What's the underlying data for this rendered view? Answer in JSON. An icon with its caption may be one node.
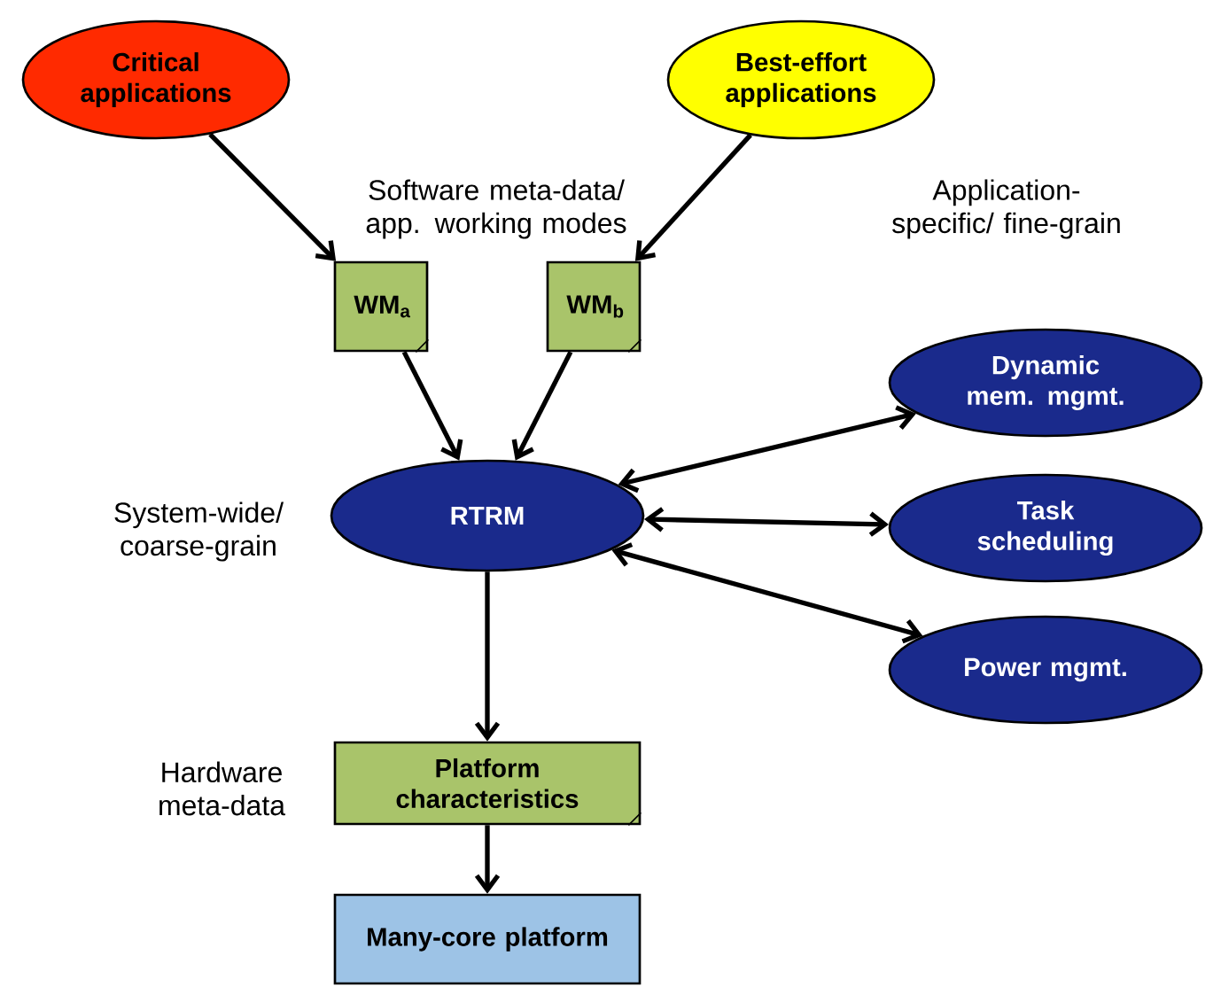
{
  "diagram": {
    "nodes": [
      {
        "text": [
          "Critical applications"
        ]
      },
      {
        "text": [
          "Best-effort applications"
        ]
      },
      {
        "text": [
          "WM$_{a}$"
        ]
      },
      {
        "text": [
          "WM$_{b}$"
        ]
      },
      {
        "text": [
          "RTRM"
        ]
      },
      {
        "text": [
          "Dynamic mem. mgmt."
        ]
      },
      {
        "text": [
          "Task scheduling"
        ]
      },
      {
        "text": [
          "Power mgmt."
        ]
      },
      {
        "text": [
          "Platform characteristics"
        ]
      },
      {
        "text": [
          "Many-core platform"
        ]
      }
    ],
    "edges": [
      {
        "from": 0,
        "to": 2,
        "arrow": "to"
      },
      {
        "from": 1,
        "to": 3,
        "arrow": "to"
      },
      {
        "from": 2,
        "to": 4,
        "arrow": "to"
      },
      {
        "from": 3,
        "to": 4,
        "arrow": "to"
      },
      {
        "from": 4,
        "to": 5,
        "arrow": "both"
      },
      {
        "from": 4,
        "to": 6,
        "arrow": "both"
      },
      {
        "from": 4,
        "to": 7,
        "arrow": "both"
      },
      {
        "from": 4,
        "to": 8,
        "arrow": "to"
      },
      {
        "from": 8,
        "to": 9,
        "arrow": "to"
      }
    ],
    "labels": [
      "Software meta-data/ app. working modes",
      "Application-specific/ fine-grain",
      "System-wide/ coarse-grain",
      "Hardware meta-data"
    ]
  }
}
